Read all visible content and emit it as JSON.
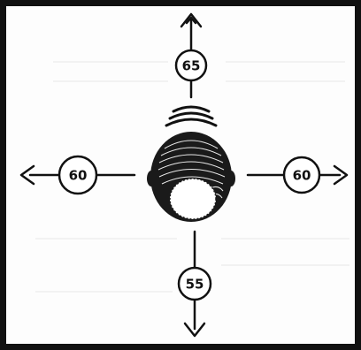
{
  "diagram": {
    "labels": {
      "top": "65",
      "left": "60",
      "right": "60",
      "bottom": "55"
    }
  }
}
